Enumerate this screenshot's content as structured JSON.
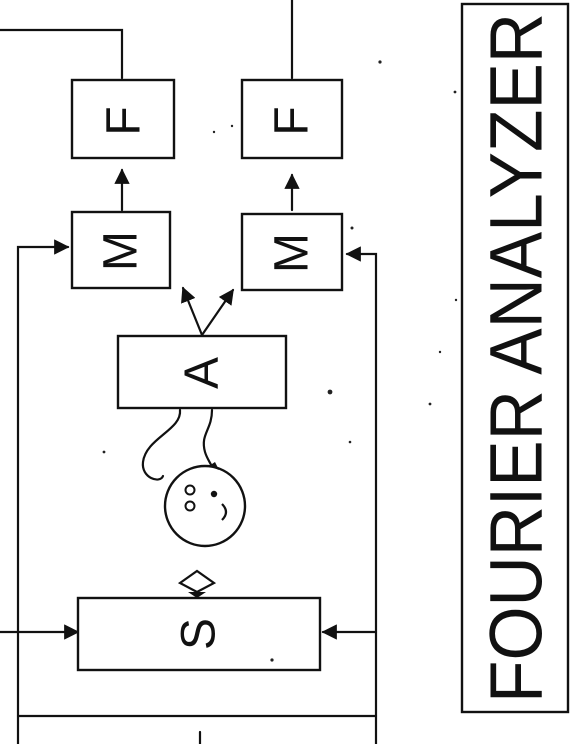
{
  "title": "FOURIER ANALYZER",
  "blocks": {
    "filter_top": "F",
    "filter_bottom": "F",
    "multiplier_top": "M",
    "multiplier_bottom": "M",
    "amplifier": "A",
    "source": "S"
  },
  "colors": {
    "ink": "#111111",
    "paper": "#ffffff"
  },
  "icons": {
    "subject": "face-icon",
    "stimulus": "diamond-speaker-icon"
  }
}
